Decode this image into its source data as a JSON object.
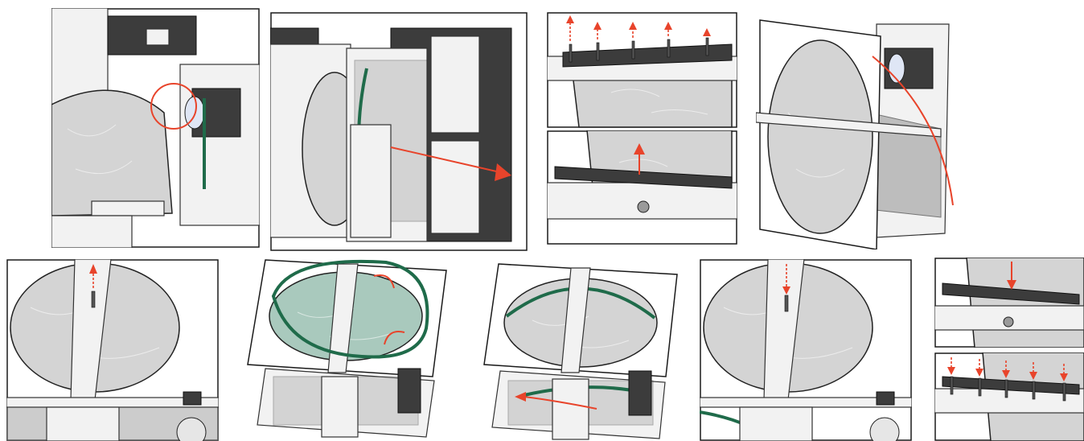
{
  "figure": {
    "panels": [
      {
        "id": "step-1",
        "description_icon": "motor-pulley-icon"
      },
      {
        "id": "step-2",
        "description_icon": "wheel-slide-out-icon"
      },
      {
        "id": "step-3",
        "description_icon": "bracket-bolts-icon"
      },
      {
        "id": "step-4",
        "description_icon": "cassette-rotate-icon"
      },
      {
        "id": "step-5",
        "description_icon": "center-bolt-icon"
      },
      {
        "id": "step-6",
        "description_icon": "belt-removal-icon"
      },
      {
        "id": "step-7",
        "description_icon": "belt-refit-icon"
      },
      {
        "id": "step-8",
        "description_icon": "center-bolt-refit-icon"
      },
      {
        "id": "step-9",
        "description_icon": "bracket-refit-icon"
      }
    ],
    "colors": {
      "arrow": "#e8442b",
      "belt": "#1f6b4a",
      "wheel": "#d4d4d4",
      "housing": "#3c3c3c"
    }
  }
}
